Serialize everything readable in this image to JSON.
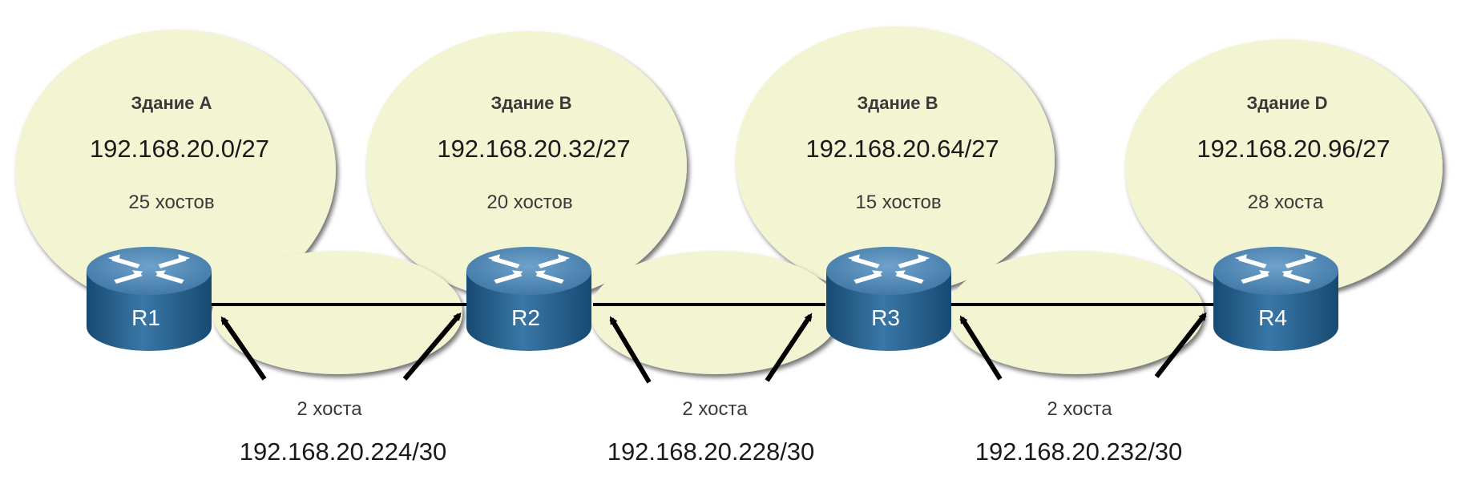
{
  "buildings": [
    {
      "name": "Здание A",
      "network": "192.168.20.0/27",
      "hosts": "25 хостов"
    },
    {
      "name": "Здание B",
      "network": "192.168.20.32/27",
      "hosts": "20 хостов"
    },
    {
      "name": "Здание B",
      "network": "192.168.20.64/27",
      "hosts": "15 хостов"
    },
    {
      "name": "Здание D",
      "network": "192.168.20.96/27",
      "hosts": "28 хоста"
    }
  ],
  "links": [
    {
      "hosts": "2 хоста",
      "network": "192.168.20.224/30"
    },
    {
      "hosts": "2 хоста",
      "network": "192.168.20.228/30"
    },
    {
      "hosts": "2 хоста",
      "network": "192.168.20.232/30"
    }
  ],
  "routers": [
    {
      "label": "R1"
    },
    {
      "label": "R2"
    },
    {
      "label": "R3"
    },
    {
      "label": "R4"
    }
  ],
  "colors": {
    "bubble": "#f2f4d2",
    "router_top": "#4f86b3",
    "router_side": "#1f5a87",
    "link": "#000000"
  }
}
